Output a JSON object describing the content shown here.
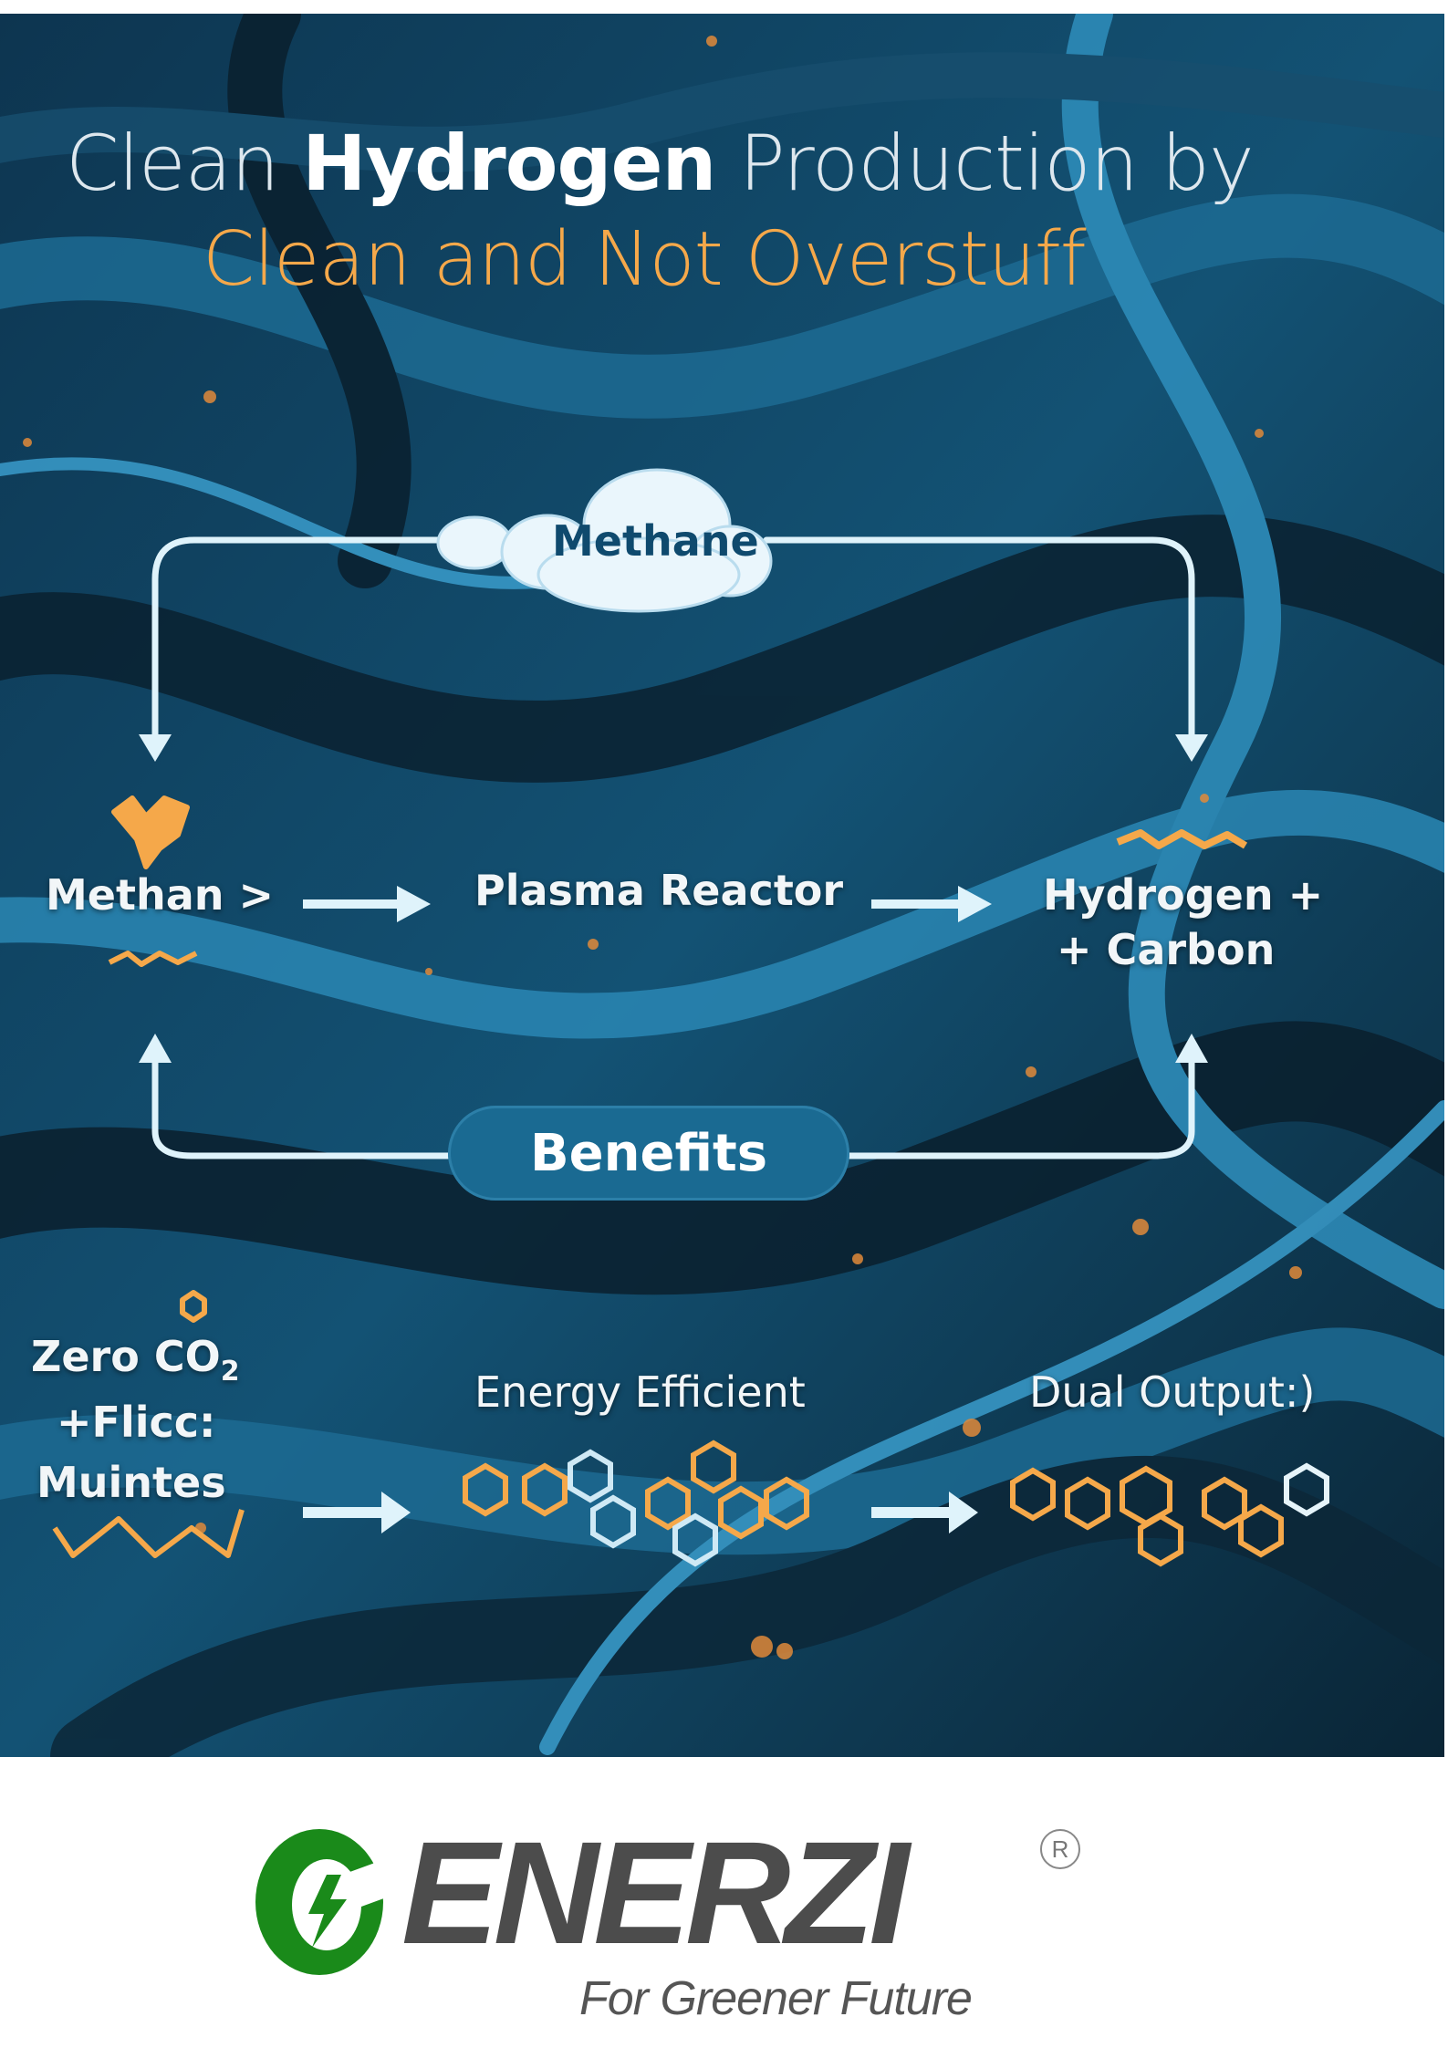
{
  "title": {
    "line1_pre": "Clean ",
    "line1_bold": "Hydrogen",
    "line1_post": " Production by",
    "line2": "Clean and Not Overstuff"
  },
  "cycle": {
    "top_label": "Methane",
    "left_label": "Methan >",
    "center_label": "Plasma Reactor",
    "right_label_line1": "Hydrogen +",
    "right_label_line2": "+ Carbon",
    "bottom_label": "Benefits"
  },
  "benefits": {
    "item1_line1": "Zero CO",
    "item1_sub": "2",
    "item1_line2": "+Flicc:",
    "item1_line3": "Muintes",
    "item2": "Energy Efficient",
    "item3": "Dual Output:)"
  },
  "logo": {
    "brand": "ENERZI",
    "registered": "R",
    "tagline": "For Greener Future"
  },
  "colors": {
    "background": "#0b2a3d",
    "accent_orange": "#f5a84a",
    "arrow": "#dff3fb",
    "logo_green": "#1a8a1a",
    "logo_gray": "#4c4c4c"
  }
}
